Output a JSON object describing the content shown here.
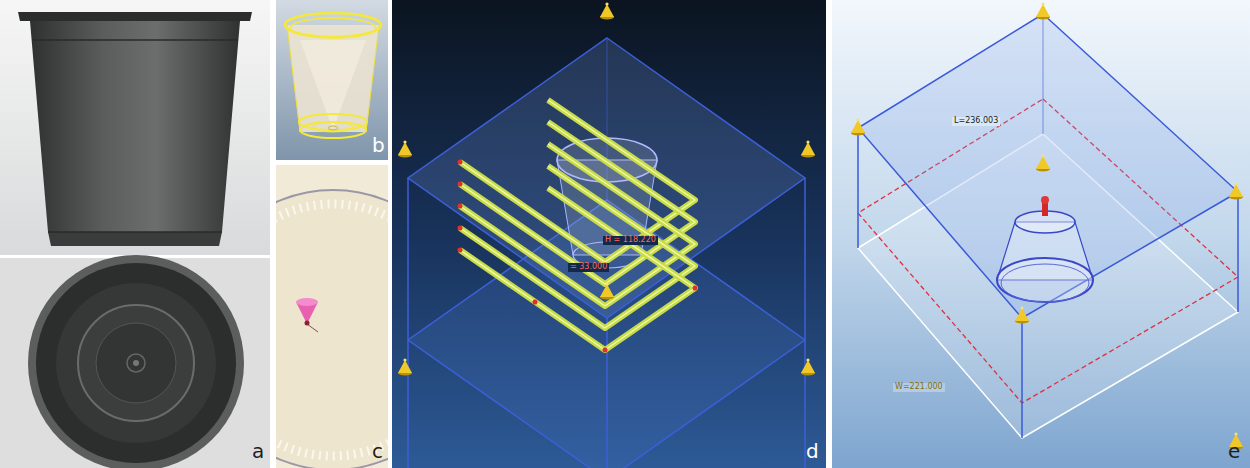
{
  "diagram": {
    "labels": [
      "a",
      "b",
      "c",
      "H = 118.220",
      "= 33.000",
      "d",
      "L=236.003",
      "W=221.000",
      "e"
    ]
  }
}
